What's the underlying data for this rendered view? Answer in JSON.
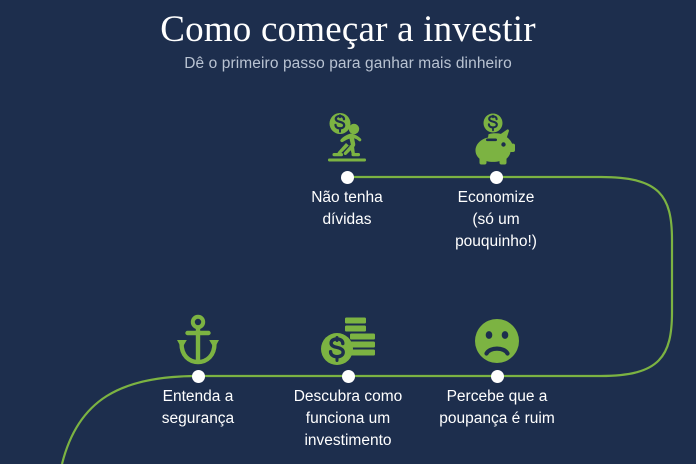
{
  "header": {
    "title": "Como começar a investir",
    "subtitle": "Dê o primeiro passo para ganhar mais dinheiro"
  },
  "colors": {
    "background": "#1d2e4d",
    "accent_green": "#7cb342",
    "path_line": "#7cb342",
    "dot": "#ffffff",
    "title_text": "#ffffff",
    "subtitle_text": "#b9c3d2",
    "label_text": "#ffffff"
  },
  "steps": [
    {
      "order": 1,
      "icon": "person-carrying-money-bag-icon",
      "label": "Não tenha\ndívidas",
      "row": "top"
    },
    {
      "order": 2,
      "icon": "piggy-bank-icon",
      "label": "Economize\n(só um\npouquinho!)",
      "row": "top"
    },
    {
      "order": 3,
      "icon": "anchor-icon",
      "label": "Entenda a\nsegurança",
      "row": "bottom"
    },
    {
      "order": 4,
      "icon": "coin-stacks-icon",
      "label": "Descubra como\nfunciona um\ninvestimento",
      "row": "bottom"
    },
    {
      "order": 5,
      "icon": "sad-face-icon",
      "label": "Percebe que a\npoupança é ruim",
      "row": "bottom"
    }
  ]
}
